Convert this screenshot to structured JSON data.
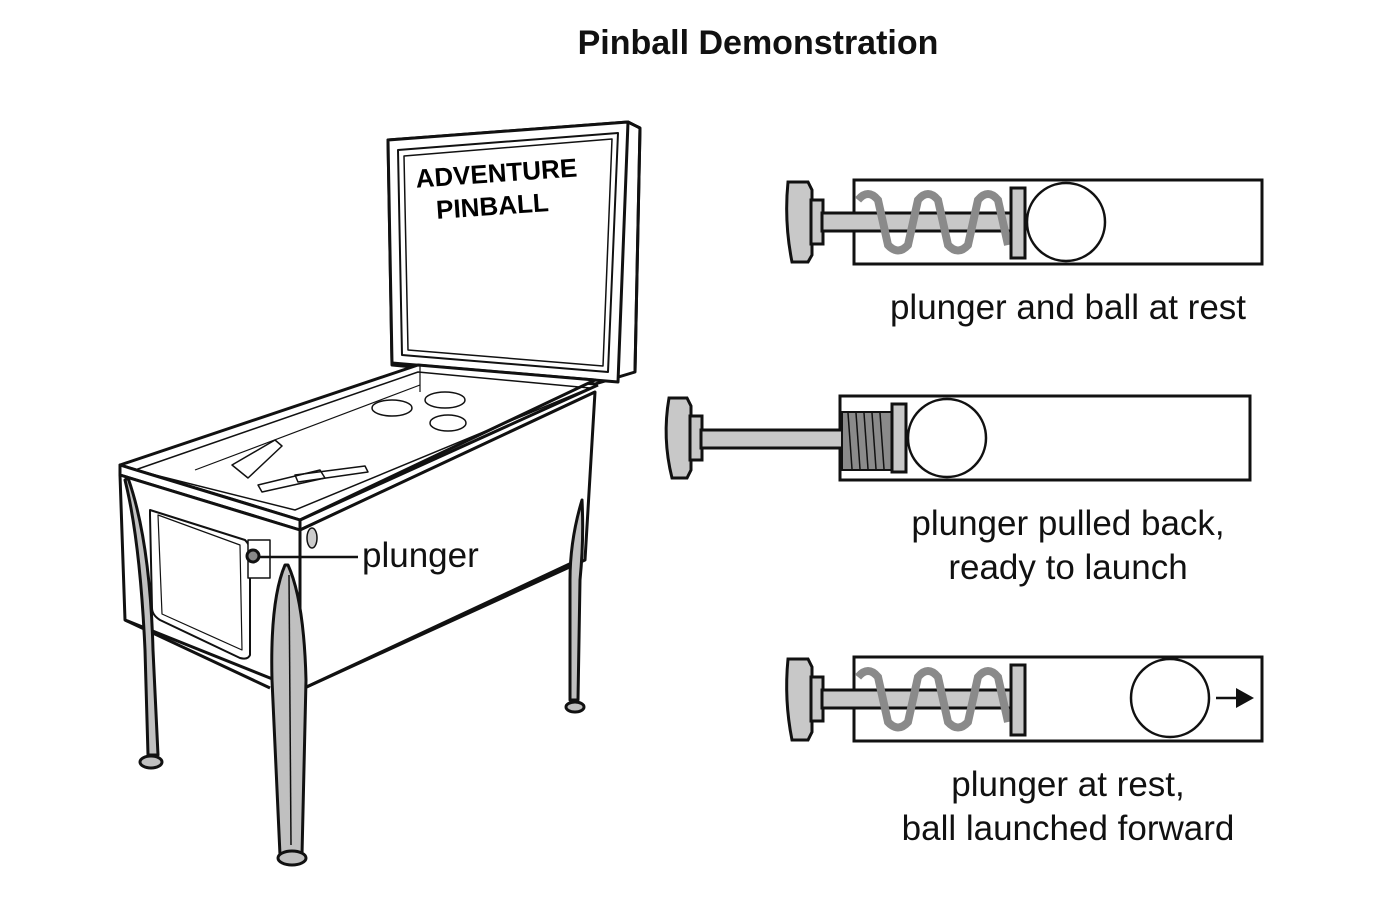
{
  "title": "Pinball Demonstration",
  "machine": {
    "backglass_line1": "ADVENTURE",
    "backglass_line2": "PINBALL",
    "callout_label": "plunger"
  },
  "panels": [
    {
      "caption_line1": "plunger and ball at rest",
      "caption_line2": "",
      "state": "rest"
    },
    {
      "caption_line1": "plunger pulled back,",
      "caption_line2": "ready to launch",
      "state": "pulled"
    },
    {
      "caption_line1": "plunger at rest,",
      "caption_line2": "ball launched forward",
      "state": "launched"
    }
  ],
  "colors": {
    "line": "#111111",
    "metal": "#c8c8c8",
    "spring": "#8a8a8a"
  }
}
